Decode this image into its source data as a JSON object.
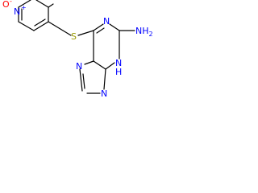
{
  "colors": {
    "background": "#ffffff",
    "bond": "#000000",
    "nitrogen": "#0000ff",
    "oxygen": "#ff0000",
    "sulfur": "#999900",
    "carbon": "#000000"
  },
  "atoms": {
    "o_oxide": "O",
    "o_charge": "-",
    "n_pyr": "N",
    "n_charge": "+",
    "s": "S",
    "nh2": "NH",
    "nh2_sub": "2",
    "n_ring": "N",
    "nh_ring": "N",
    "nh_ring_h": "H",
    "n_imid_left": "N",
    "n_imid_bottom": "N"
  }
}
